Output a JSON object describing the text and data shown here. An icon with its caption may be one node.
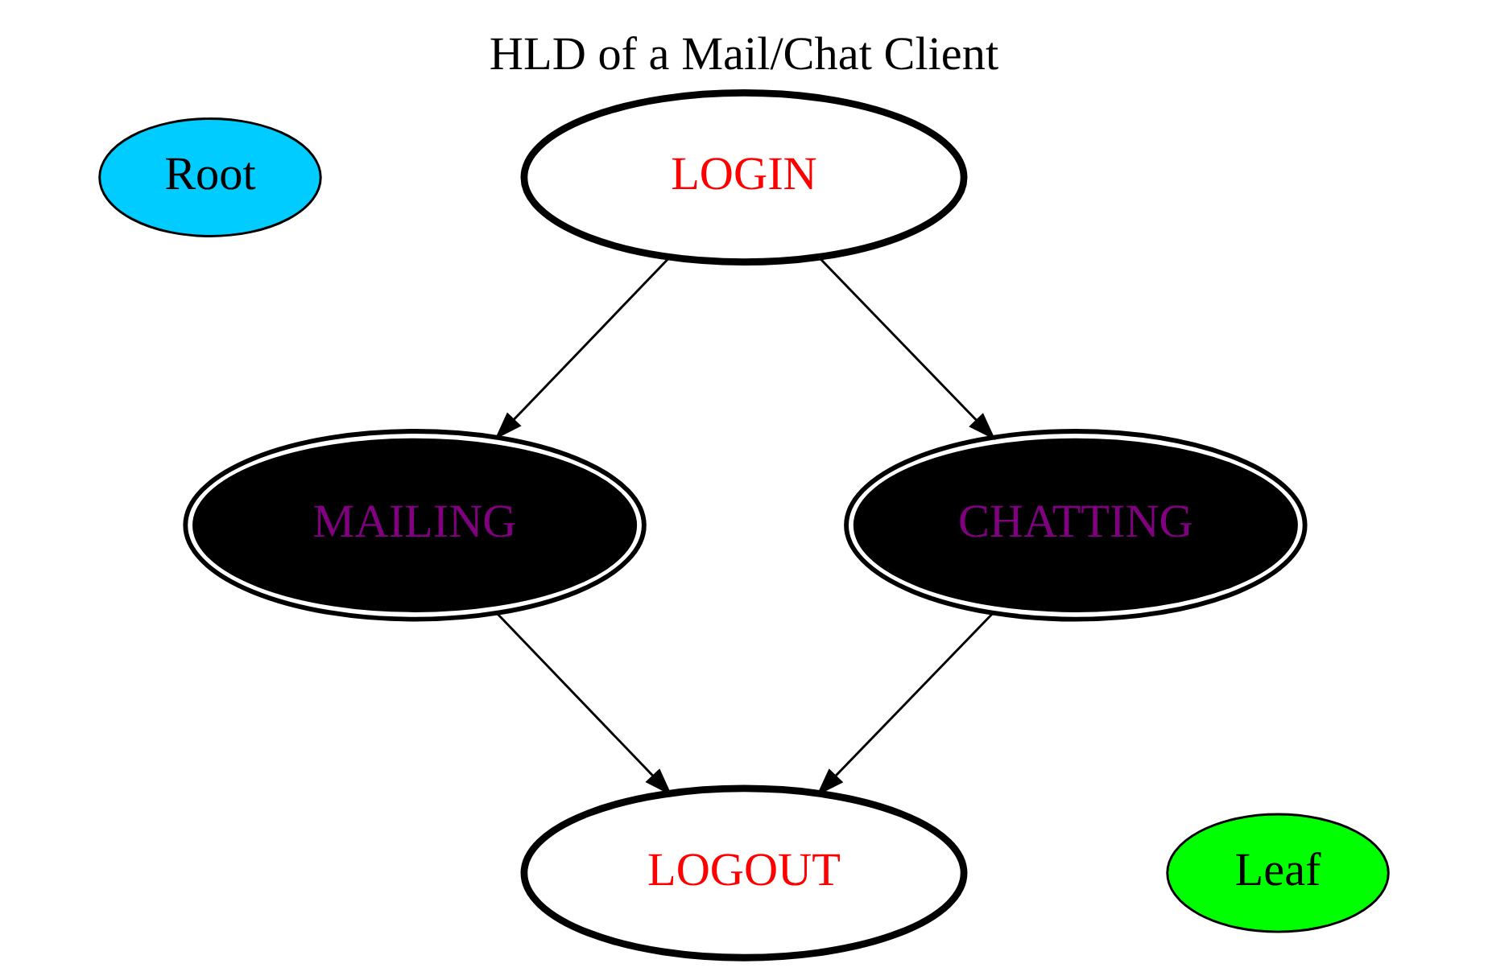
{
  "diagram": {
    "title": "HLD of a Mail/Chat Client",
    "nodes": [
      {
        "text": [
          "Root"
        ]
      },
      {
        "text": [
          "LOGIN"
        ]
      },
      {
        "text": [
          "MAILING"
        ]
      },
      {
        "text": [
          "CHATTING"
        ]
      },
      {
        "text": [
          "LOGOUT"
        ]
      },
      {
        "text": [
          "Leaf"
        ]
      }
    ],
    "edges": [
      {
        "from": 1,
        "to": 2,
        "arrow": "to"
      },
      {
        "from": 1,
        "to": 3,
        "arrow": "to"
      },
      {
        "from": 2,
        "to": 4,
        "arrow": "to"
      },
      {
        "from": 3,
        "to": 4,
        "arrow": "to"
      }
    ]
  }
}
